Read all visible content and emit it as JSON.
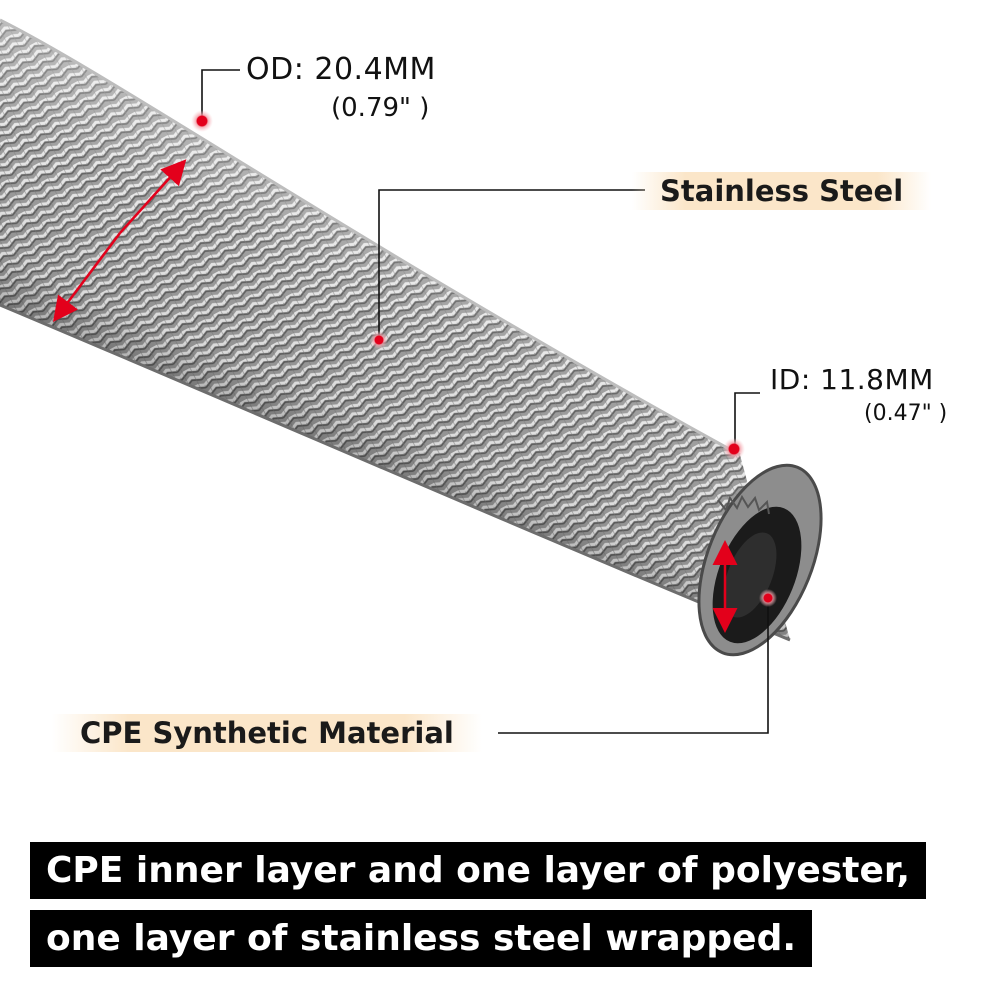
{
  "annotations": {
    "od_label": "OD: 20.4MM",
    "od_inch": "(0.79\" )",
    "material_outer": "Stainless Steel",
    "id_label": "ID: 11.8MM",
    "id_inch": "(0.47\" )",
    "material_inner": "CPE Synthetic Material"
  },
  "caption": {
    "line1": "CPE inner layer and one layer of polyester,",
    "line2": "one layer of stainless steel wrapped."
  },
  "colors": {
    "marker_red": "#e3001b",
    "tag_highlight": "#fbe6c9",
    "banner_bg": "#000000",
    "banner_text": "#ffffff"
  }
}
